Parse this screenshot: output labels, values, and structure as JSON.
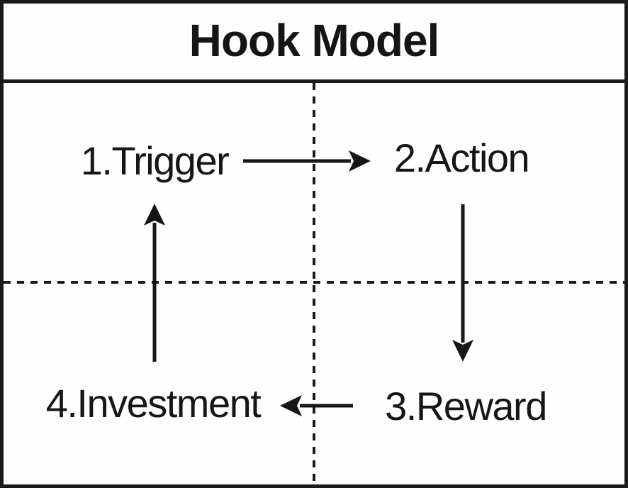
{
  "title": "Hook Model",
  "nodes": {
    "trigger": {
      "label": "1.Trigger"
    },
    "action": {
      "label": "2.Action"
    },
    "reward": {
      "label": "3.Reward"
    },
    "investment": {
      "label": "4.Investment"
    }
  },
  "edges": [
    {
      "from": "1.Trigger",
      "to": "2.Action",
      "direction": "right"
    },
    {
      "from": "2.Action",
      "to": "3.Reward",
      "direction": "down"
    },
    {
      "from": "3.Reward",
      "to": "4.Investment",
      "direction": "left"
    },
    {
      "from": "4.Investment",
      "to": "1.Trigger",
      "direction": "up"
    }
  ],
  "colors": {
    "ink": "#1b1b1b",
    "background": "#ffffff"
  }
}
